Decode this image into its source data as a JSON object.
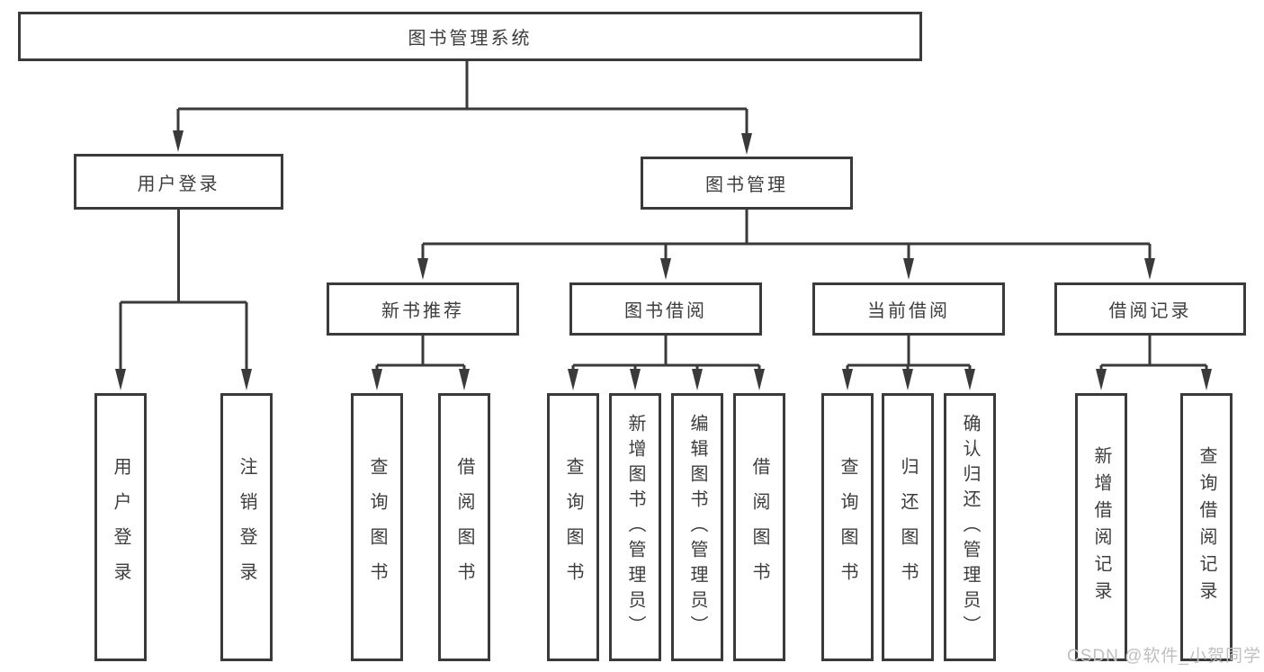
{
  "colors": {
    "line": "#3a3a3a",
    "text": "#3d3d3d",
    "watermark": "#bfbfbf",
    "background": "#ffffff"
  },
  "watermark": {
    "text": "CSDN @软件_小贺同学"
  },
  "tree": {
    "root": {
      "label": "图书管理系统"
    },
    "branches": [
      {
        "label": "用户登录",
        "children": [
          {
            "label": "用户登录"
          },
          {
            "label": "注销登录"
          }
        ]
      },
      {
        "label": "图书管理",
        "groups": [
          {
            "label": "新书推荐",
            "children": [
              {
                "label": "查询图书"
              },
              {
                "label": "借阅图书"
              }
            ]
          },
          {
            "label": "图书借阅",
            "children": [
              {
                "label": "查询图书"
              },
              {
                "label": "新增图书（管理员）"
              },
              {
                "label": "编辑图书（管理员）"
              },
              {
                "label": "借阅图书"
              }
            ]
          },
          {
            "label": "当前借阅",
            "children": [
              {
                "label": "查询图书"
              },
              {
                "label": "归还图书"
              },
              {
                "label": "确认归还（管理员）"
              }
            ]
          },
          {
            "label": "借阅记录",
            "children": [
              {
                "label": "新增借阅记录"
              },
              {
                "label": "查询借阅记录"
              }
            ]
          }
        ]
      }
    ]
  }
}
